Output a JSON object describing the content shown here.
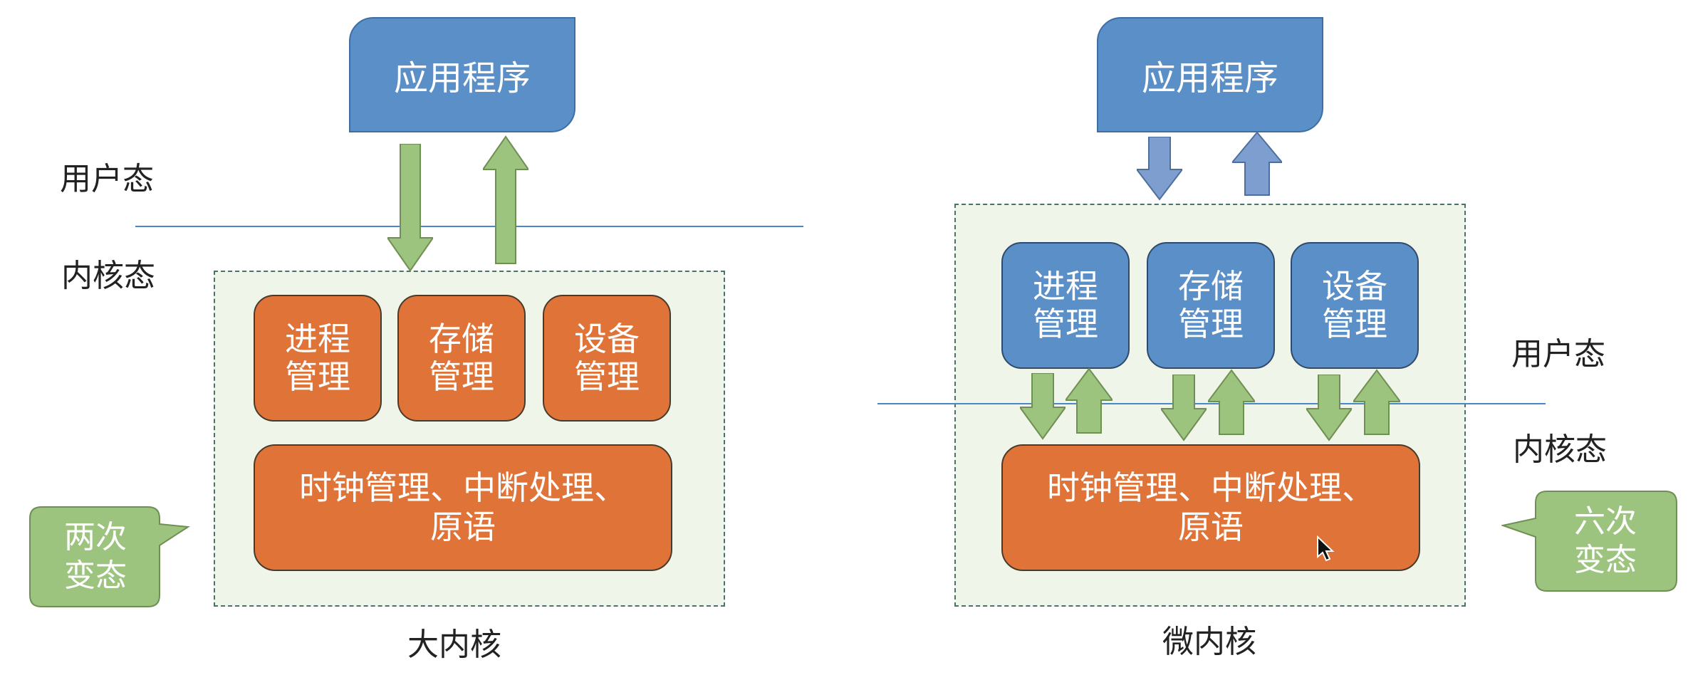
{
  "left": {
    "app": "应用程序",
    "user_mode": "用户态",
    "kernel_mode": "内核态",
    "modules": [
      {
        "line1": "进程",
        "line2": "管理"
      },
      {
        "line1": "存储",
        "line2": "管理"
      },
      {
        "line1": "设备",
        "line2": "管理"
      }
    ],
    "base_line1": "时钟管理、中断处理、",
    "base_line2": "原语",
    "callout_line1": "两次",
    "callout_line2": "变态",
    "caption": "大内核"
  },
  "right": {
    "app": "应用程序",
    "user_mode": "用户态",
    "kernel_mode": "内核态",
    "modules": [
      {
        "line1": "进程",
        "line2": "管理"
      },
      {
        "line1": "存储",
        "line2": "管理"
      },
      {
        "line1": "设备",
        "line2": "管理"
      }
    ],
    "base_line1": "时钟管理、中断处理、",
    "base_line2": "原语",
    "callout_line1": "六次",
    "callout_line2": "变态",
    "caption": "微内核"
  },
  "colors": {
    "app_blue": "#5b8fc7",
    "module_orange": "#e07438",
    "kernel_bg": "#f0f5e9",
    "arrow_green": "#9cc47e",
    "arrow_blue": "#7f9ed0",
    "divider": "#4a86c8"
  },
  "icons": [
    "mouse-cursor-icon"
  ]
}
